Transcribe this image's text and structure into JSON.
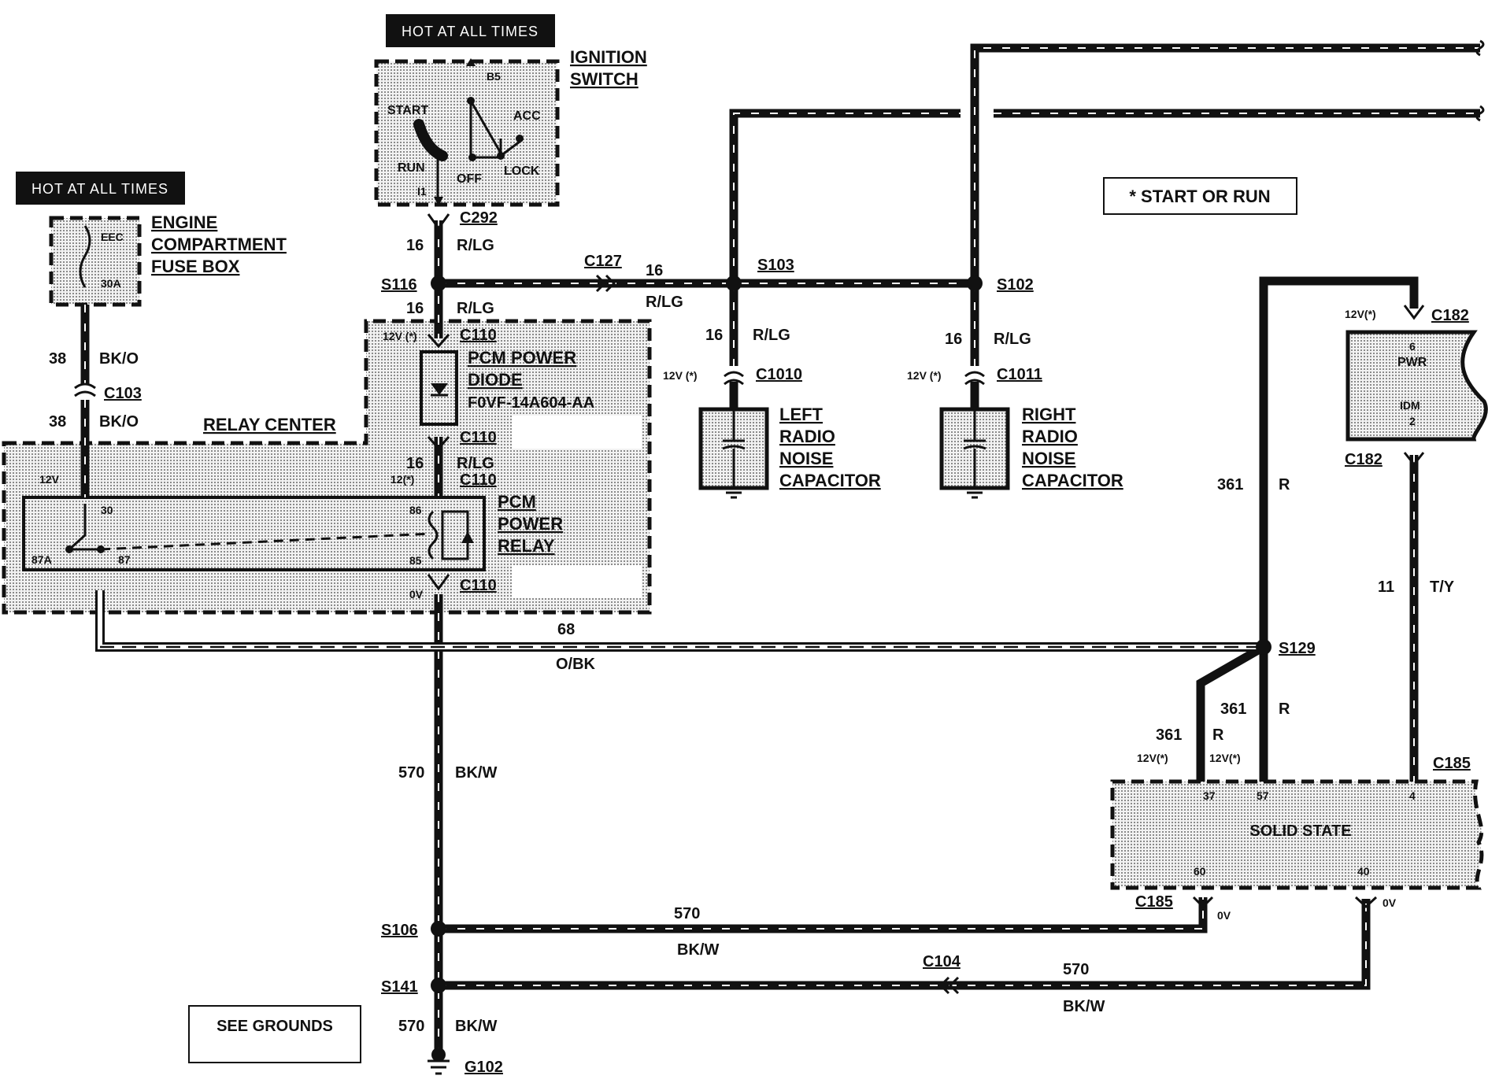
{
  "tags": {
    "hot_left": "HOT AT ALL TIMES",
    "hot_top": "HOT AT ALL TIMES"
  },
  "ignition": {
    "title": [
      "IGNITION",
      "SWITCH"
    ],
    "start": "START",
    "run": "RUN",
    "off": "OFF",
    "lock": "LOCK",
    "acc": "ACC",
    "pin_top": "B5",
    "pin_bottom": "I1"
  },
  "fuse_box": {
    "title": [
      "ENGINE",
      "COMPARTMENT",
      "FUSE BOX"
    ],
    "fuse_name": "EEC",
    "fuse_rating": "30A"
  },
  "legend": "* START OR RUN",
  "see_grounds": "SEE GROUNDS",
  "relay_center": "RELAY CENTER",
  "diode": {
    "title": [
      "PCM POWER",
      "DIODE",
      "F0VF-14A604-AA"
    ]
  },
  "relay": {
    "title": [
      "PCM",
      "POWER",
      "RELAY"
    ],
    "pin30": "30",
    "pin86": "86",
    "pin85": "85",
    "pin87a": "87A",
    "pin87": "87"
  },
  "capacitors": {
    "left": [
      "LEFT",
      "RADIO",
      "NOISE",
      "CAPACITOR"
    ],
    "right": [
      "RIGHT",
      "RADIO",
      "NOISE",
      "CAPACITOR"
    ]
  },
  "idm": {
    "pin": "6",
    "pwr": "PWR",
    "name": "IDM",
    "num": "2"
  },
  "solid_state": {
    "title": "SOLID STATE",
    "pin37": "37",
    "pin57": "57",
    "pin4": "4",
    "pin60": "60",
    "pin40": "40"
  },
  "connectors": {
    "c292": "C292",
    "c127": "C127",
    "c110a": "C110",
    "c110b": "C110",
    "c110c": "C110",
    "c110d": "C110",
    "c103": "C103",
    "c1010": "C1010",
    "c1011": "C1011",
    "c182a": "C182",
    "c182b": "C182",
    "c185a": "C185",
    "c185b": "C185",
    "c104": "C104"
  },
  "splices": {
    "s116": "S116",
    "s103": "S103",
    "s102": "S102",
    "s129": "S129",
    "s106": "S106",
    "s141": "S141",
    "g102": "G102"
  },
  "wires": {
    "w16a_num": "16",
    "w16a_col": "R/LG",
    "w16b_num": "16",
    "w16b_col": "R/LG",
    "w16c_num": "16",
    "w16c_col": "R/LG",
    "w16d_num": "16",
    "w16d_col": "R/LG",
    "w16e_num": "16",
    "w16e_col": "R/LG",
    "w16f_num": "16",
    "w16f_col": "R/LG",
    "w38a_num": "38",
    "w38a_col": "BK/O",
    "w38b_num": "38",
    "w38b_col": "BK/O",
    "w68_num": "68",
    "w68_col": "O/BK",
    "w570a_num": "570",
    "w570a_col": "BK/W",
    "w570b_num": "570",
    "w570b_col": "BK/W",
    "w570c_num": "570",
    "w570c_col": "BK/W",
    "w570d_num": "570",
    "w570d_col": "BK/W",
    "w361a_num": "361",
    "w361a_col": "R",
    "w361b_num": "361",
    "w361b_col": "R",
    "w361c_num": "361",
    "w361c_col": "R",
    "w11_num": "11",
    "w11_col": "T/Y"
  },
  "voltages": {
    "v12_relay": "12V",
    "v12_star_c110": "12V (*)",
    "v12_star_c110b": "12(*)",
    "v0_c110": "0V",
    "v12_c1010": "12V (*)",
    "v12_c1011": "12V (*)",
    "v12_c182": "12V(*)",
    "v12_37": "12V(*)",
    "v12_57": "12V(*)",
    "v0_60": "0V",
    "v0_40": "0V"
  }
}
